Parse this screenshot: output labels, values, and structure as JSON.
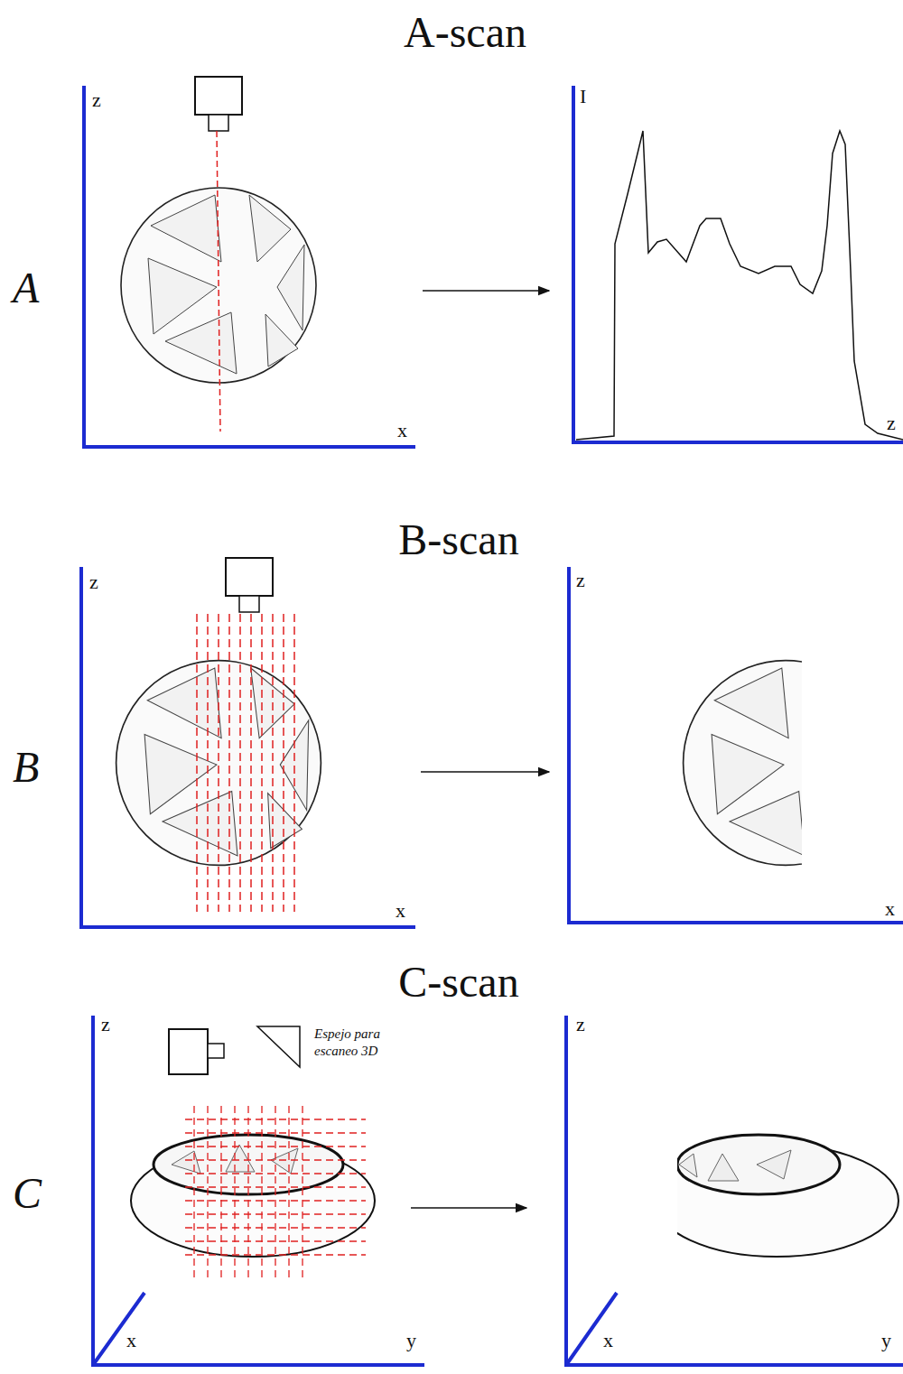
{
  "diagram": {
    "labels": [
      "A-scan",
      "z",
      "x",
      "I",
      "z",
      "A",
      "B-scan",
      "z",
      "x",
      "z",
      "x",
      "B",
      "C-scan",
      "z",
      "x",
      "y",
      "Espejo para escaneo 3D",
      "z",
      "x",
      "y",
      "C"
    ]
  }
}
